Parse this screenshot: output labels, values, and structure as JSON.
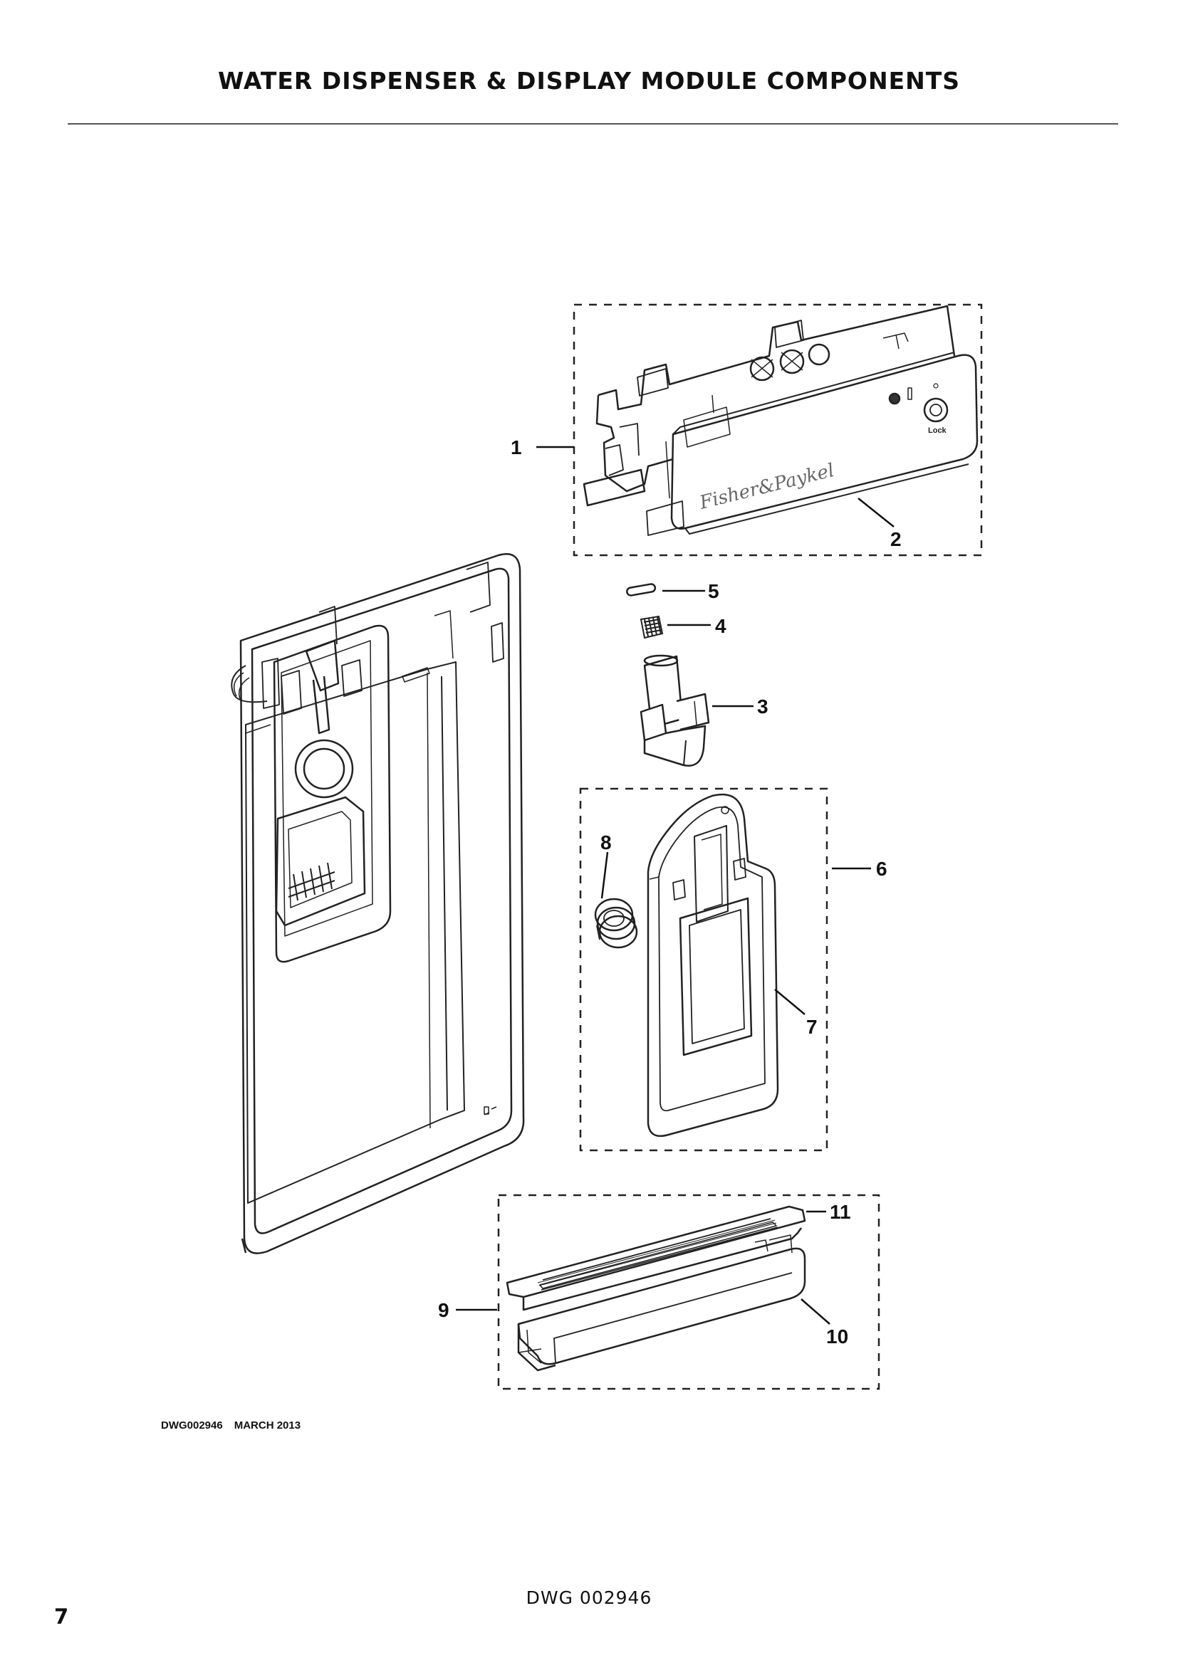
{
  "header": {
    "title": "WATER DISPENSER & DISPLAY MODULE COMPONENTS"
  },
  "diagram": {
    "callouts": [
      "1",
      "2",
      "3",
      "4",
      "5",
      "6",
      "7",
      "8",
      "9",
      "10",
      "11"
    ],
    "product_labels": {
      "brand": "Fisher&Paykel",
      "lock": "Lock"
    }
  },
  "drawing_ref": {
    "number": "DWG002946",
    "date": "MARCH 2013"
  },
  "footer": {
    "dwg": "DWG 002946",
    "page_number": "7"
  }
}
